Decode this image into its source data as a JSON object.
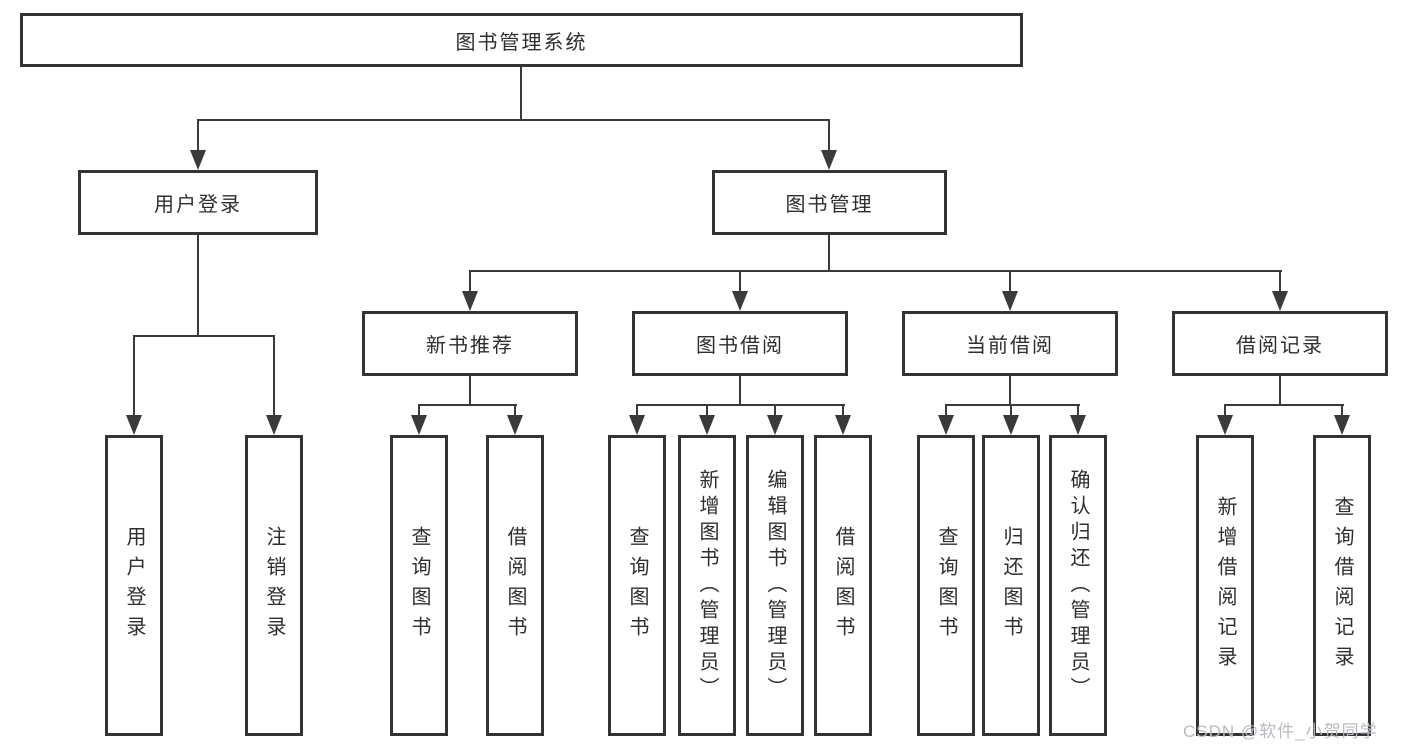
{
  "tree": {
    "root": {
      "label": "图书管理系统"
    },
    "branches": [
      {
        "label": "用户登录",
        "children": [
          {
            "label": "用户登录"
          },
          {
            "label": "注销登录"
          }
        ]
      },
      {
        "label": "图书管理",
        "children": [
          {
            "label": "新书推荐",
            "children": [
              {
                "label": "查询图书"
              },
              {
                "label": "借阅图书"
              }
            ]
          },
          {
            "label": "图书借阅",
            "children": [
              {
                "label": "查询图书"
              },
              {
                "label": "新增图书（管理员）"
              },
              {
                "label": "编辑图书（管理员）"
              },
              {
                "label": "借阅图书"
              }
            ]
          },
          {
            "label": "当前借阅",
            "children": [
              {
                "label": "查询图书"
              },
              {
                "label": "归还图书"
              },
              {
                "label": "确认归还（管理员）"
              }
            ]
          },
          {
            "label": "借阅记录",
            "children": [
              {
                "label": "新增借阅记录"
              },
              {
                "label": "查询借阅记录"
              }
            ]
          }
        ]
      }
    ]
  },
  "watermark": {
    "text": "CSDN @软件_小贺同学"
  },
  "colors": {
    "border": "#333333",
    "line": "#3a3a3a",
    "text": "#2e2e2e",
    "watermark": "#b7bbc0",
    "background": "#ffffff"
  }
}
